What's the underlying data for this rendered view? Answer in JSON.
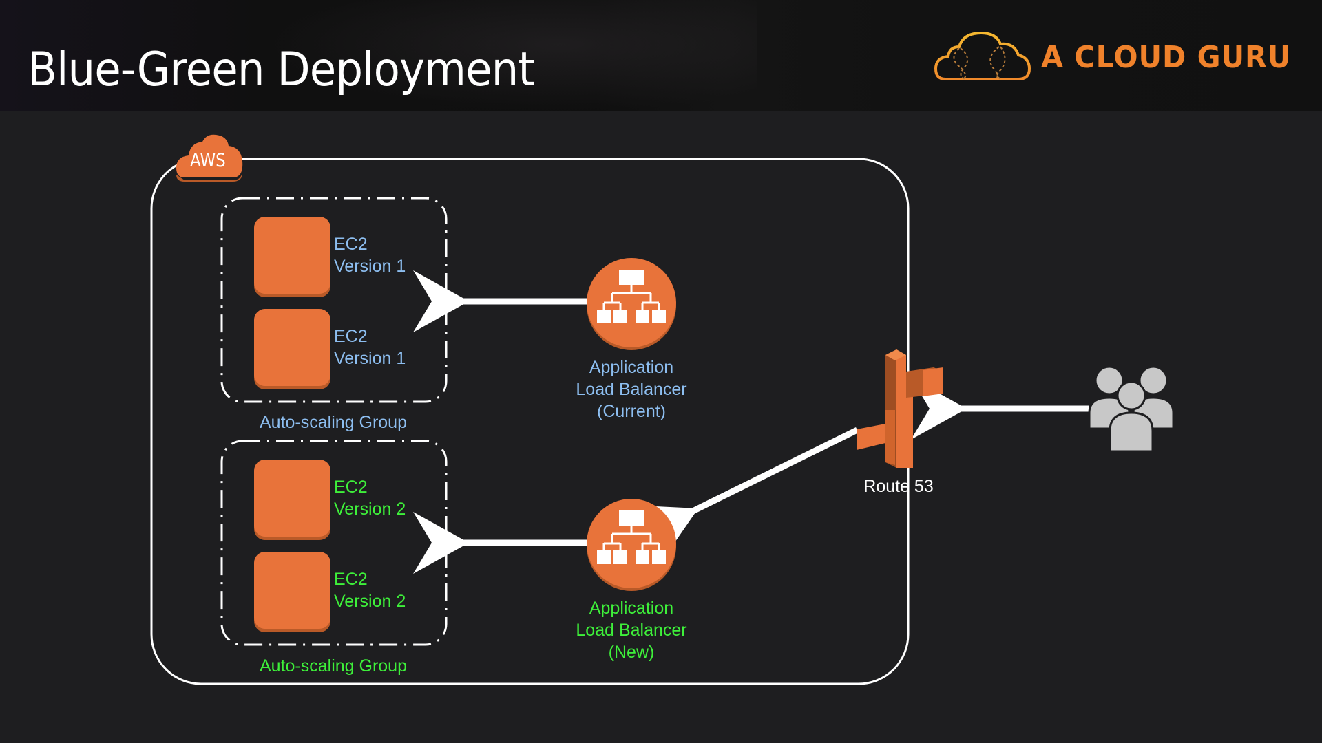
{
  "header": {
    "title": "Blue-Green Deployment",
    "brand": "A CLOUD GURU",
    "logo_icon": "cloud-logo-icon"
  },
  "colors": {
    "aws_orange": "#e8733a",
    "brand_orange": "#f0822b",
    "current_label": "#8dbef0",
    "new_label": "#3ef03a",
    "background": "#1e1e20",
    "line": "#ffffff",
    "users_gray": "#c8c8c8"
  },
  "diagram": {
    "cloud_label": "AWS",
    "groups": [
      {
        "label": "Auto-scaling Group",
        "color": "blue",
        "instances": [
          {
            "line1": "EC2",
            "line2": "Version 1"
          },
          {
            "line1": "EC2",
            "line2": "Version 1"
          }
        ]
      },
      {
        "label": "Auto-scaling Group",
        "color": "green",
        "instances": [
          {
            "line1": "EC2",
            "line2": "Version 2"
          },
          {
            "line1": "EC2",
            "line2": "Version 2"
          }
        ]
      }
    ],
    "load_balancers": [
      {
        "line1": "Application",
        "line2": "Load Balancer",
        "line3": "(Current)",
        "icon": "load-balancer-icon"
      },
      {
        "line1": "Application",
        "line2": "Load Balancer",
        "line3": "(New)",
        "icon": "load-balancer-icon"
      }
    ],
    "route53": {
      "label": "Route 53",
      "icon": "route53-icon"
    },
    "users": {
      "icon": "users-icon"
    },
    "edges": [
      {
        "from": "users",
        "to": "route53"
      },
      {
        "from": "route53",
        "to": "alb-new"
      },
      {
        "from": "alb-current",
        "to": "asg-1"
      },
      {
        "from": "alb-new",
        "to": "asg-2"
      }
    ]
  }
}
